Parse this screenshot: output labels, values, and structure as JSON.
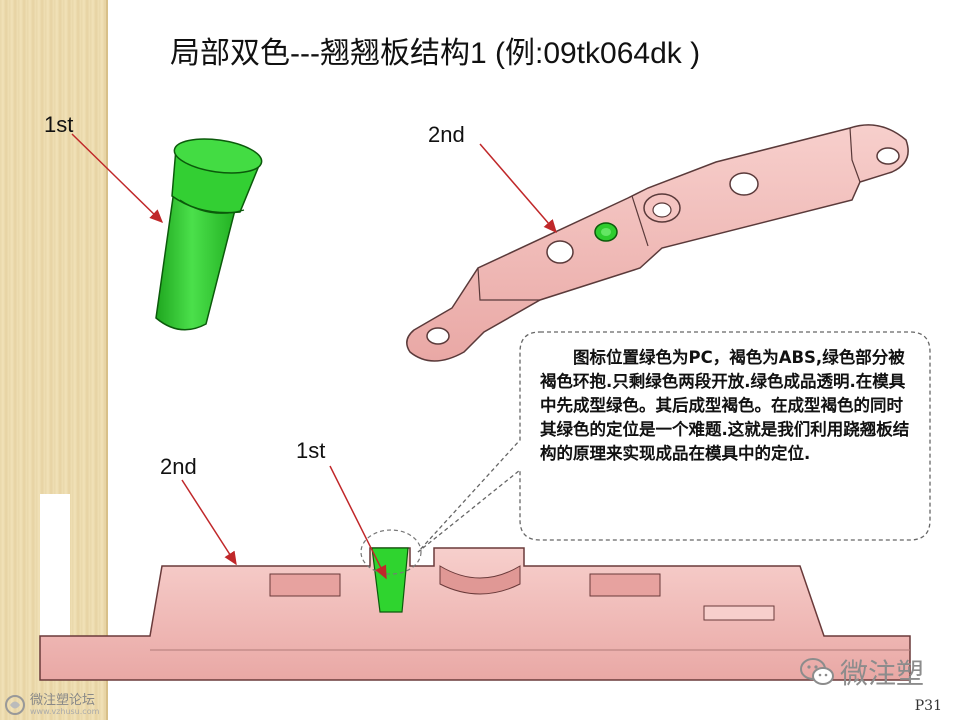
{
  "slide": {
    "title": "局部双色---翘翘板结构1 (例:09tk064dk )",
    "page_number": "P31"
  },
  "labels": {
    "first_top": "1st",
    "second_top": "2nd",
    "second_bottom": "2nd",
    "first_bottom": "1st"
  },
  "callout": {
    "text": "图标位置绿色为PC，褐色为ABS,绿色部分被褐色环抱.只剩绿色两段开放.绿色成品透明.在模具中先成型绿色。其后成型褐色。在成型褐色的同时其绿色的定位是一个难题.这就是我们利用跷翘板结构的原理来实现成品在模具中的定位."
  },
  "watermark": {
    "brand": "微注塑",
    "forum_name": "微注塑论坛",
    "forum_url": "www.vzhusu.com"
  },
  "colors": {
    "green_part": "#2ecc2e",
    "pink_part": "#f2b8b5",
    "arrow": "#c0282a"
  }
}
